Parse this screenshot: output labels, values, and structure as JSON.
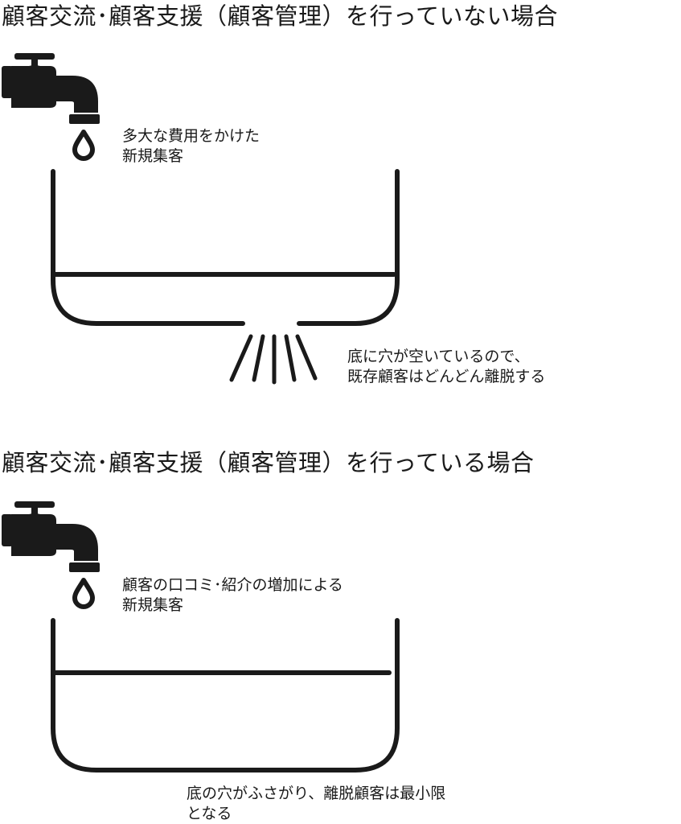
{
  "panels": [
    {
      "title": "顧客交流･顧客支援（顧客管理）を行っていない場合",
      "inflow_note": [
        "多大な費用をかけた",
        "新規集客"
      ],
      "outflow_note": [
        "底に穴が空いているので、",
        "既存顧客はどんどん離脱する"
      ],
      "bucket_state": "leaking",
      "icons": [
        "faucet-icon",
        "water-drop-icon",
        "bucket-icon",
        "leak-streams-icon"
      ]
    },
    {
      "title": "顧客交流･顧客支援（顧客管理）を行っている場合",
      "inflow_note": [
        "顧客の口コミ･紹介の増加による",
        "新規集客"
      ],
      "outflow_note": [
        "底の穴がふさがり、離脱顧客は最小限",
        "となる"
      ],
      "bucket_state": "sealed",
      "icons": [
        "faucet-icon",
        "water-drop-icon",
        "bucket-icon"
      ]
    }
  ],
  "colors": {
    "ink": "#1a1a1a",
    "background": "#ffffff"
  }
}
